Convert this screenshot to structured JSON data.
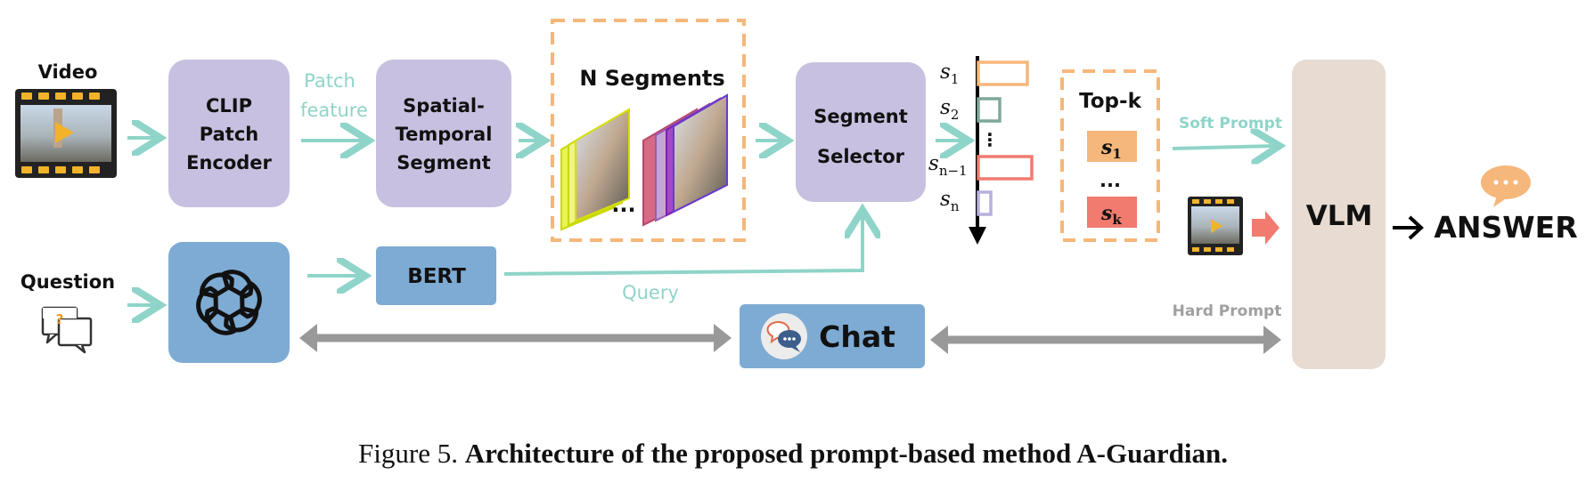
{
  "input_video_label": "Video",
  "input_question_label": "Question",
  "clip_encoder": {
    "line1": "CLIP",
    "line2": "Patch",
    "line3": "Encoder"
  },
  "patch_feature": {
    "line1": "Patch",
    "line2": "feature"
  },
  "spatial_temporal": {
    "line1": "Spatial-",
    "line2": "Temporal",
    "line3": "Segment"
  },
  "n_segments_label": "N Segments",
  "segments_ellipsis": "...",
  "segment_selector": {
    "line1": "Segment",
    "line2": "Selector"
  },
  "bert_label": "BERT",
  "query_label": "Query",
  "chat_label": "Chat",
  "scores": {
    "s1": {
      "base": "s",
      "sub": "1"
    },
    "s2": {
      "base": "s",
      "sub": "2"
    },
    "dots": "⋮",
    "sn1": {
      "base": "s",
      "sub": "n−1"
    },
    "sn": {
      "base": "s",
      "sub": "n"
    }
  },
  "topk": {
    "title": "Top-k",
    "first": {
      "base": "s",
      "sub": "1"
    },
    "dots": "...",
    "last": {
      "base": "s",
      "sub": "k"
    }
  },
  "soft_prompt_label": "Soft Prompt",
  "hard_prompt_label": "Hard Prompt",
  "vlm_label": "VLM",
  "answer_label": "ANSWER",
  "caption": {
    "prefix": "Figure 5.",
    "bold": "Architecture of the proposed prompt-based method A-Guardian."
  },
  "colors": {
    "purple_box": "#c8c0e0",
    "blue_box": "#7eabd3",
    "teal_arrow": "#8fd4c8",
    "gray_arrow": "#999999",
    "orange_dash": "#f5b77a",
    "vlm_box": "#e8dcd2",
    "score_orange": "#f5b77a",
    "score_green": "#7fa898",
    "score_red": "#f07b6e",
    "score_purple": "#b8b0dc",
    "topk_s1": "#f5b77a",
    "topk_sk": "#f07b6e",
    "speech_bubble": "#f5b77a"
  },
  "icons": [
    "video-film-icon",
    "question-chat-icon",
    "openai-logo-icon",
    "chat-bubbles-icon",
    "speech-bubble-icon"
  ]
}
